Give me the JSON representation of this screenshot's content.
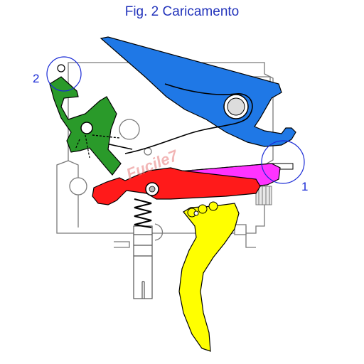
{
  "title": "Fig. 2 Caricamento",
  "callouts": [
    {
      "label": "1"
    },
    {
      "label": "2"
    }
  ],
  "watermark": "Fucile7",
  "colors": {
    "title": "#2233bb",
    "callout": "#1a2bd6",
    "hammer": "#1f78e6",
    "sear": "#2a9a2a",
    "red_lever": "#ff1a1a",
    "magenta_bar": "#ff33ff",
    "trigger": "#ffff00",
    "outline": "#000000",
    "frame": "#7a7a7a",
    "watermark": "#e87a7a"
  }
}
